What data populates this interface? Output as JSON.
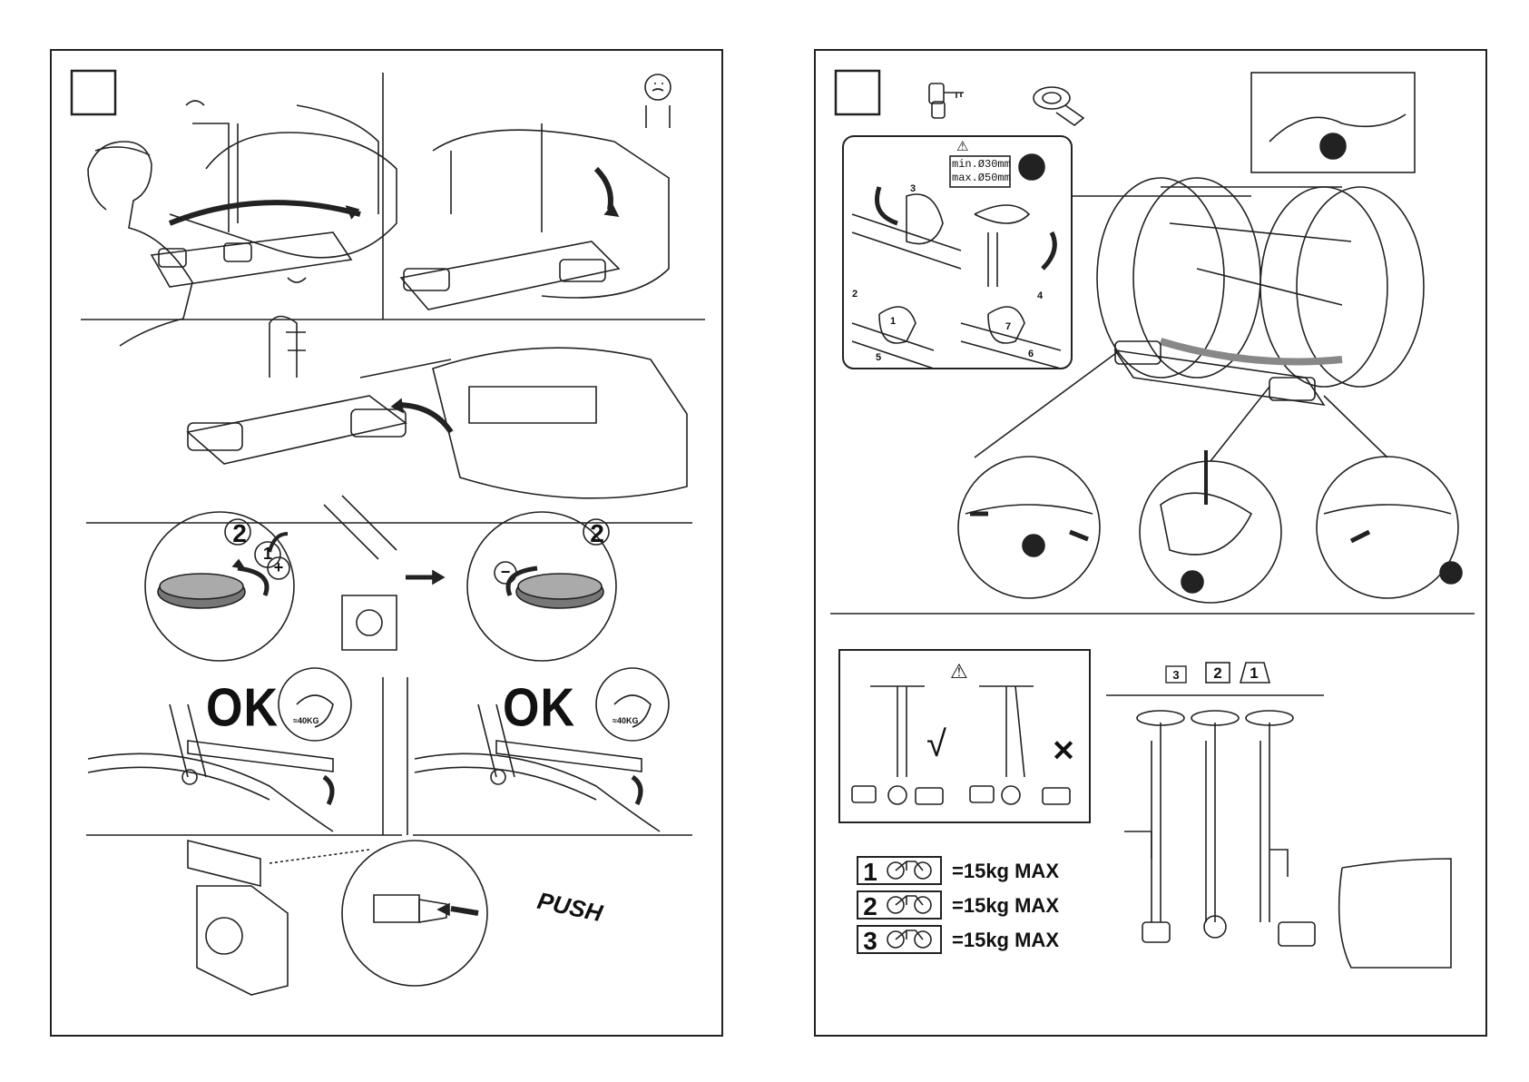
{
  "left_page": {
    "panel_ok": {
      "left": "OK",
      "right": "OK"
    },
    "weight_labels": {
      "left": "≈40KG",
      "right": "≈40KG"
    },
    "signs": {
      "plus": "+",
      "minus": "−"
    },
    "step_numbers": {
      "rotate_left": "2",
      "rotate_right": "2",
      "lever": "1"
    },
    "push_label": "PUSH"
  },
  "right_page": {
    "warning_symbol": "⚠",
    "clamp_spec": {
      "min": "min.Ø30mm",
      "max": "max.Ø50mm"
    },
    "clamp_steps": [
      "1",
      "2",
      "3",
      "4",
      "5",
      "6",
      "7"
    ],
    "good_mark": "√",
    "bad_mark": "✕",
    "position_labels": [
      "3",
      "2",
      "1"
    ],
    "load_rows": [
      {
        "pos": "1",
        "text": "=15kg MAX"
      },
      {
        "pos": "2",
        "text": "=15kg MAX"
      },
      {
        "pos": "3",
        "text": "=15kg MAX"
      }
    ]
  },
  "icons": [
    "key-icon",
    "strap-icon",
    "warning-icon",
    "bicycle-icon",
    "arrow-icon"
  ]
}
